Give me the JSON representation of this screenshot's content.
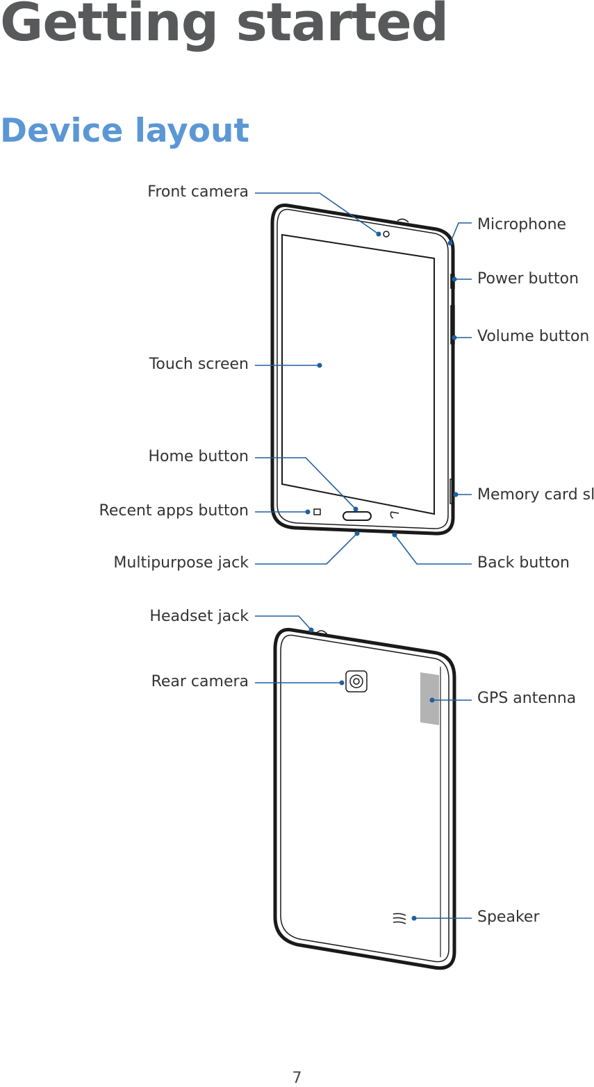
{
  "heading": {
    "title": "Getting started",
    "subtitle": "Device layout"
  },
  "front_labels": {
    "front_camera": "Front camera",
    "touch_screen": "Touch screen",
    "home_button": "Home button",
    "recent_apps_button": "Recent apps button",
    "multipurpose_jack": "Multipurpose jack",
    "microphone": "Microphone",
    "power_button": "Power button",
    "volume_button": "Volume button",
    "memory_card_slot": "Memory card slot",
    "back_button": "Back button"
  },
  "back_labels": {
    "headset_jack": "Headset jack",
    "rear_camera": "Rear camera",
    "gps_antenna": "GPS antenna",
    "speaker": "Speaker"
  },
  "footer": {
    "page_number": "7"
  },
  "colors": {
    "title": "#58595b",
    "subtitle": "#5b97d5",
    "callout": "#1f5fa0",
    "gps_antenna_fill": "#b3b3b3"
  }
}
